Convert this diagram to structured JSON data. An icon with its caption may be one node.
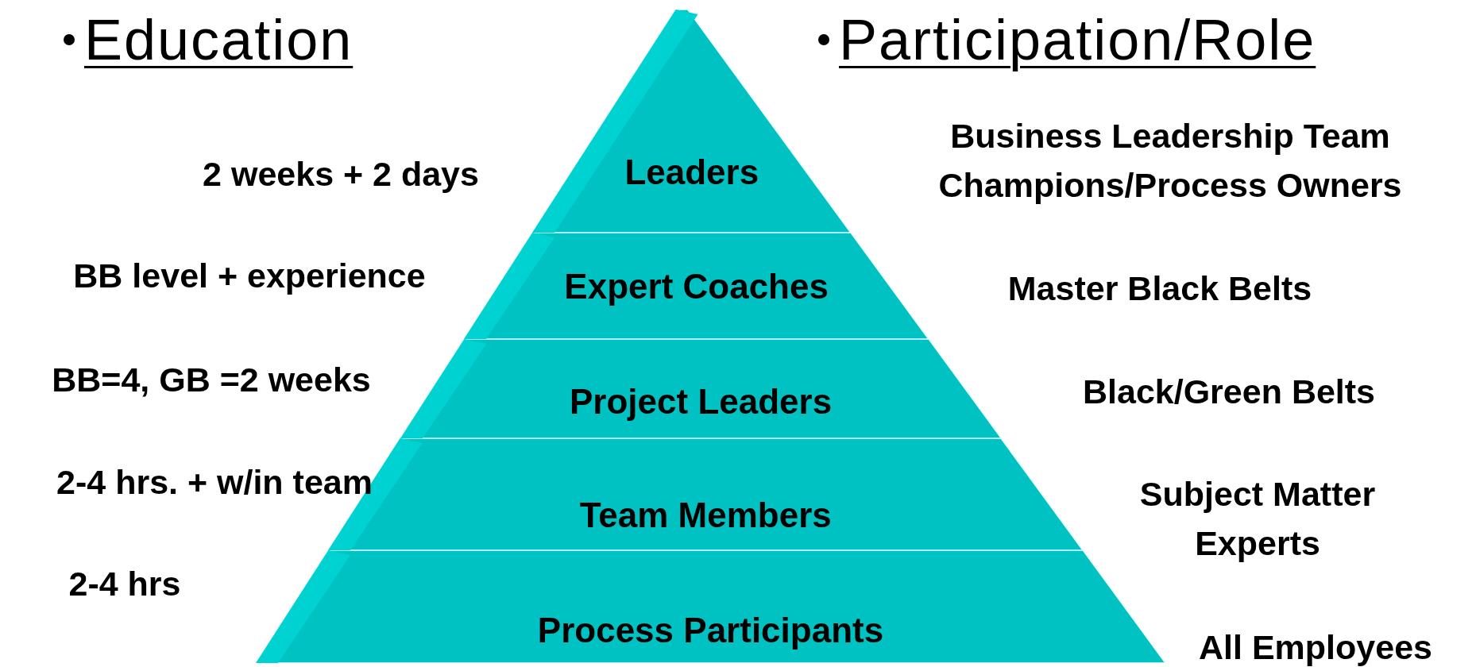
{
  "diagram": {
    "nodes": [
      {
        "text": [
          "Leaders"
        ],
        "beside": [
          "2 weeks + 2 days"
        ]
      },
      {
        "text": [
          "Expert  Coaches"
        ],
        "beside": [
          "BB level + experience"
        ]
      },
      {
        "text": [
          "Project Leaders"
        ],
        "beside": [
          "BB=4,  GB =2 weeks"
        ]
      },
      {
        "text": [
          "Team Members"
        ],
        "beside": [
          "2-4 hrs. + w/in team"
        ]
      },
      {
        "text": [
          "Process Participants"
        ],
        "beside": [
          "2-4 hrs"
        ]
      }
    ],
    "labels": [
      "Education",
      "Participation/Role",
      "Business Leadership Team Champions/Process Owners",
      "Master Black Belts",
      "Black/Green Belts",
      "Subject Matter Experts",
      "All Employees"
    ]
  }
}
